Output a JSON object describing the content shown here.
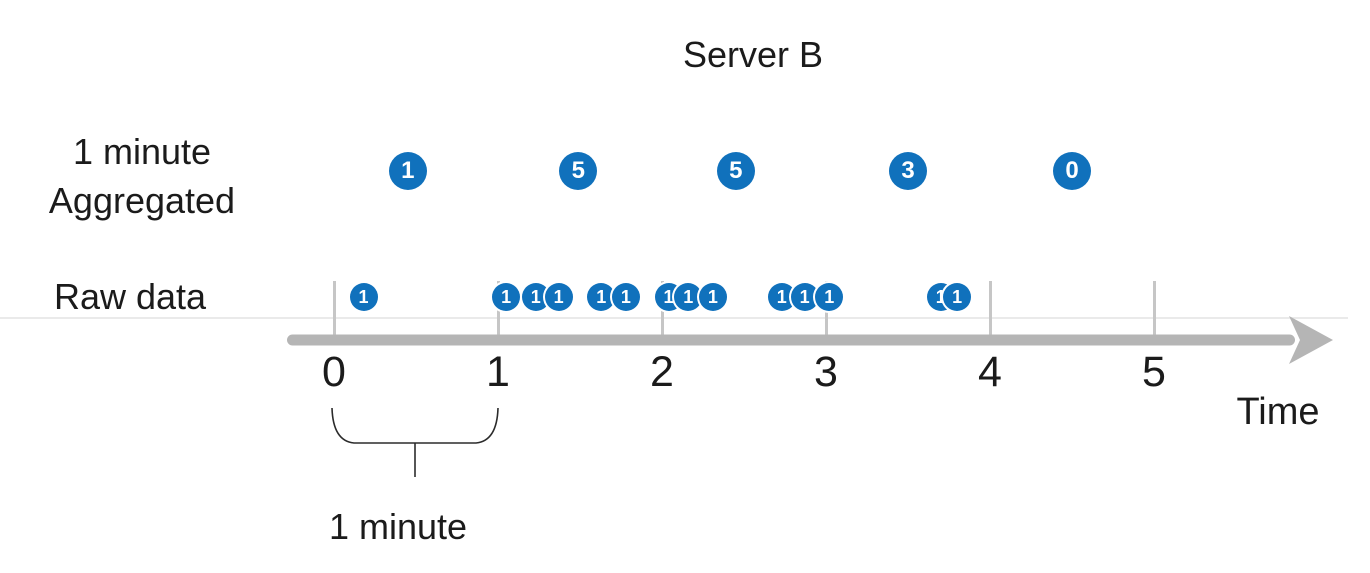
{
  "title": "Server B",
  "rows": {
    "aggregated_label_line1": "1 minute",
    "aggregated_label_line2": "Aggregated",
    "raw_label": "Raw data"
  },
  "axis": {
    "tick_labels": [
      "0",
      "1",
      "2",
      "3",
      "4",
      "5"
    ],
    "axis_label": "Time"
  },
  "brace_label": "1 minute",
  "colors": {
    "circle_blue": "#1071bc",
    "circle_text": "#ffffff",
    "axis_gray": "#b5b5b5",
    "tick_gray": "#c6c6c6",
    "faint_line": "#eaeaea",
    "text_dark": "#1b1b1b"
  },
  "chart_data": {
    "type": "scatter",
    "title": "Server B",
    "xlabel": "Time",
    "x_range": [
      0,
      5.6
    ],
    "x_ticks": [
      0,
      1,
      2,
      3,
      4,
      5
    ],
    "series": [
      {
        "name": "1 minute Aggregated",
        "points": [
          {
            "t": 0.45,
            "value": 1
          },
          {
            "t": 1.49,
            "value": 5
          },
          {
            "t": 2.45,
            "value": 5
          },
          {
            "t": 3.5,
            "value": 3
          },
          {
            "t": 4.5,
            "value": 0
          }
        ]
      },
      {
        "name": "Raw data",
        "points": [
          {
            "t": 0.18,
            "value": 1
          },
          {
            "t": 1.05,
            "value": 1
          },
          {
            "t": 1.23,
            "value": 1
          },
          {
            "t": 1.37,
            "value": 1
          },
          {
            "t": 1.63,
            "value": 1
          },
          {
            "t": 1.78,
            "value": 1
          },
          {
            "t": 2.04,
            "value": 1
          },
          {
            "t": 2.16,
            "value": 1
          },
          {
            "t": 2.31,
            "value": 1
          },
          {
            "t": 2.73,
            "value": 1
          },
          {
            "t": 2.87,
            "value": 1
          },
          {
            "t": 3.02,
            "value": 1
          },
          {
            "t": 3.7,
            "value": 1
          },
          {
            "t": 3.8,
            "value": 1
          }
        ]
      }
    ],
    "annotation": {
      "from": 0,
      "to": 1,
      "label": "1 minute"
    },
    "legend_position": "none",
    "grid": false
  }
}
